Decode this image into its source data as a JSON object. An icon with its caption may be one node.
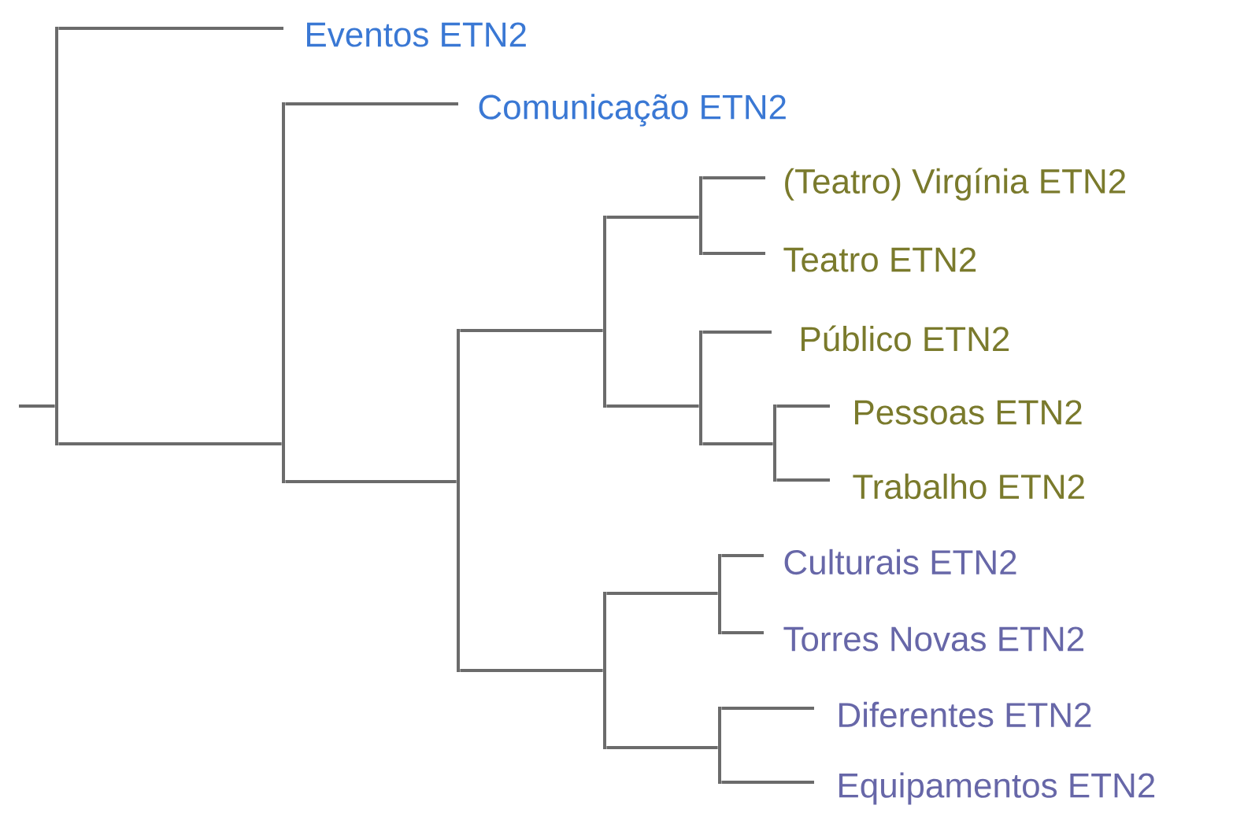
{
  "diagram": {
    "nodes": [
      {
        "text": [
          "Eventos ETN2"
        ]
      },
      {
        "text": [
          "Comunicação ETN2"
        ]
      },
      {
        "text": [
          "(Teatro) Virgínia ETN2"
        ]
      },
      {
        "text": [
          "Teatro ETN2"
        ]
      },
      {
        "text": [
          "Público ETN2"
        ]
      },
      {
        "text": [
          "Pessoas ETN2"
        ]
      },
      {
        "text": [
          "Trabalho ETN2"
        ]
      },
      {
        "text": [
          "Culturais ETN2"
        ]
      },
      {
        "text": [
          "Torres Novas ETN2"
        ]
      },
      {
        "text": [
          "Diferentes ETN2"
        ]
      },
      {
        "text": [
          "Equipamentos ETN2"
        ]
      },
      {
        "text": [],
        "shape": "bar"
      },
      {
        "text": [],
        "shape": "bar"
      },
      {
        "text": [],
        "shape": "bar"
      },
      {
        "text": [],
        "shape": "bar"
      },
      {
        "text": [],
        "shape": "bar"
      },
      {
        "text": [],
        "shape": "bar"
      },
      {
        "text": [],
        "shape": "bar"
      },
      {
        "text": [],
        "shape": "bar"
      },
      {
        "text": [],
        "shape": "bar"
      },
      {
        "text": [],
        "shape": "bar"
      }
    ],
    "edges": [
      {
        "from": null,
        "to": 11,
        "arrow": "none"
      },
      {
        "from": 11,
        "to": 0,
        "arrow": "none"
      },
      {
        "from": 11,
        "to": 12,
        "arrow": "none"
      },
      {
        "from": 12,
        "to": 1,
        "arrow": "none"
      },
      {
        "from": 12,
        "to": 13,
        "arrow": "none"
      },
      {
        "from": 13,
        "to": 14,
        "arrow": "none"
      },
      {
        "from": 13,
        "to": 15,
        "arrow": "none"
      },
      {
        "from": 14,
        "to": 16,
        "arrow": "none"
      },
      {
        "from": 14,
        "to": 17,
        "arrow": "none"
      },
      {
        "from": 16,
        "to": 2,
        "arrow": "none"
      },
      {
        "from": 16,
        "to": 3,
        "arrow": "none"
      },
      {
        "from": 17,
        "to": 4,
        "arrow": "none"
      },
      {
        "from": 17,
        "to": 20,
        "arrow": "none"
      },
      {
        "from": 20,
        "to": 5,
        "arrow": "none"
      },
      {
        "from": 20,
        "to": 6,
        "arrow": "none"
      },
      {
        "from": 15,
        "to": 18,
        "arrow": "none"
      },
      {
        "from": 15,
        "to": 19,
        "arrow": "none"
      },
      {
        "from": 18,
        "to": 7,
        "arrow": "none"
      },
      {
        "from": 18,
        "to": 8,
        "arrow": "none"
      },
      {
        "from": 19,
        "to": 9,
        "arrow": "none"
      },
      {
        "from": 19,
        "to": 10,
        "arrow": "none"
      }
    ]
  }
}
